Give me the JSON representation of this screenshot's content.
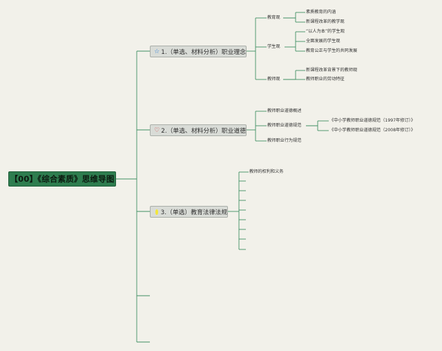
{
  "root": {
    "title": "【00】《综合素质》思维导图"
  },
  "topics": [
    {
      "icon": "star-icon",
      "label": "1.（单选、材料分析）职业理念",
      "children": [
        {
          "label": "教育观",
          "children": [
            "素质教育的内涵",
            "新课程改革的教学观"
          ]
        },
        {
          "label": "学生观",
          "children": [
            "“以人为本”的学生观",
            "全面发展的学生观",
            "教育公正与学生的共同发展"
          ]
        },
        {
          "label": "教师观",
          "children": [
            "新课程改革背景下的教师观",
            "教师职业的劳动特征"
          ]
        }
      ]
    },
    {
      "icon": "heart-icon",
      "label": "2.（单选、材料分析）职业道德",
      "children": [
        {
          "label": "教师职业道德概述",
          "children": []
        },
        {
          "label": "教师职业道德规范",
          "children": [
            "《中小学教师职业道德规范（1997年修订）》",
            "《中小学教师职业道德规范（2008年修订）》"
          ]
        },
        {
          "label": "教师职业行为规范",
          "children": []
        }
      ]
    },
    {
      "icon": "dot-icon",
      "label": "3.（单选）教育法律法规",
      "children": [
        {
          "label": "教师的权利和义务",
          "children": []
        }
      ]
    }
  ]
}
